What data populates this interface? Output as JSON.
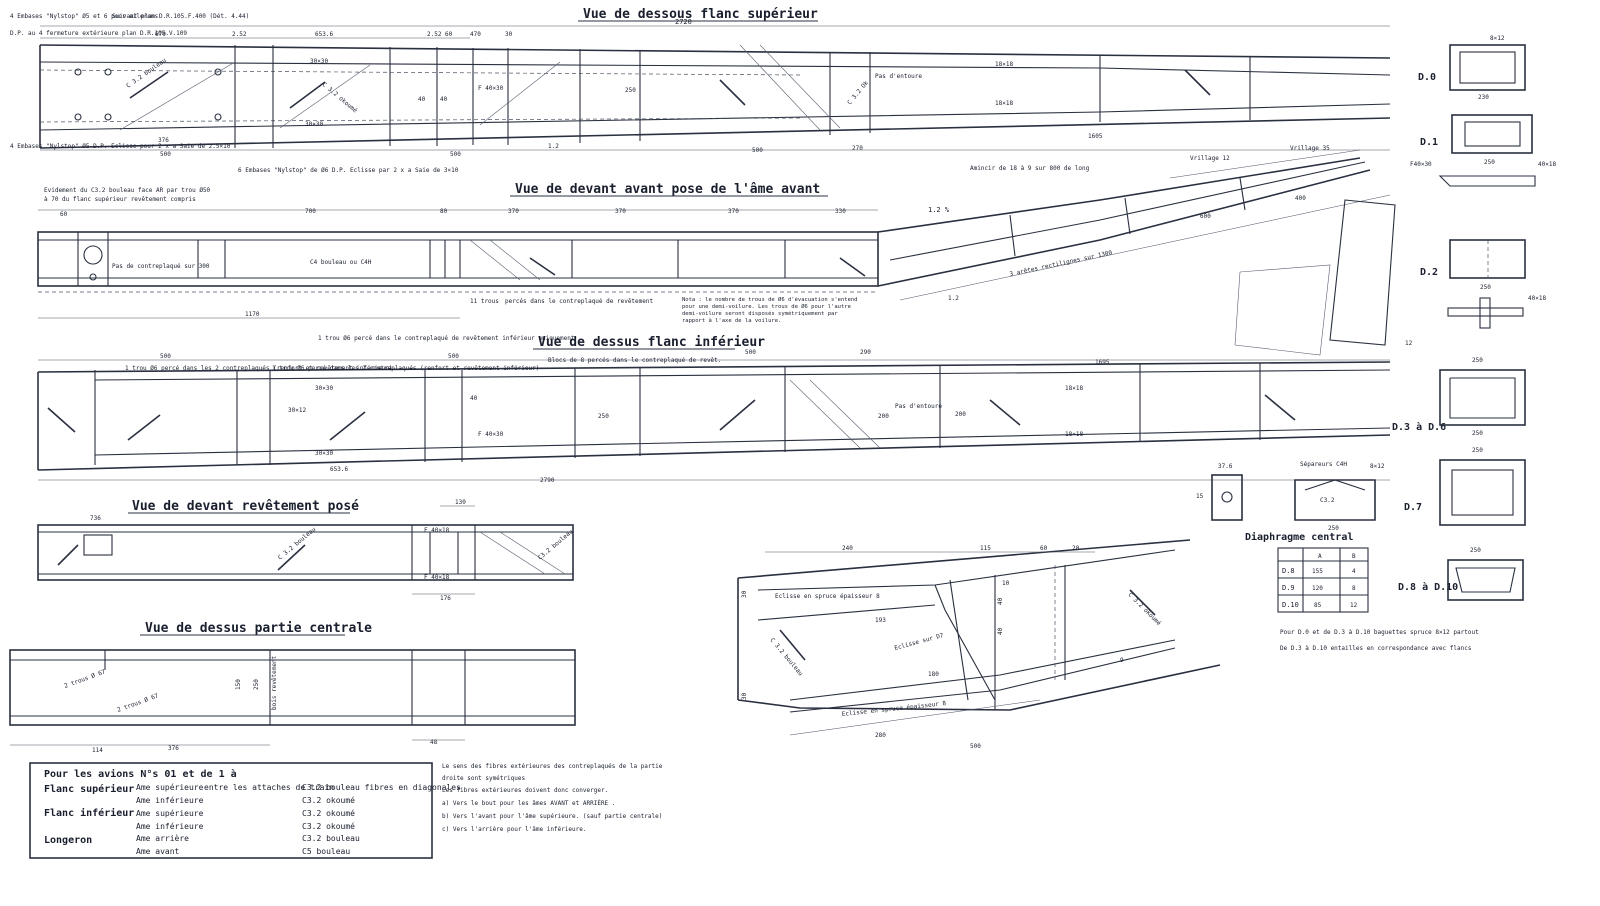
{
  "titles": {
    "top": "Vue de dessous flanc supérieur",
    "front_before": "Vue de devant avant pose de l'âme avant",
    "lower": "Vue de dessus flanc inférieur",
    "front_covered": "Vue de devant revêtement posé",
    "central": "Vue de dessus partie centrale"
  },
  "top_view": {
    "dims": [
      "2720",
      "670",
      "2.52",
      "653.6",
      "2.52",
      "60",
      "470",
      "30",
      "376",
      "500",
      "500",
      "500",
      "270",
      "1605",
      "30×30",
      "30×30",
      "18×18",
      "18×18",
      "F 40×30",
      "250",
      "40",
      "40",
      "1.2"
    ],
    "notes": {
      "n1": "4 Embases \"Nylstop\" Ø5 et 6 pour ailerons",
      "n2": "D.P. au 4 fermeture extérieure plan D.R.105.V.109",
      "n3": "Suivant plan D.R.105.F.400 (Dét. 4.44)",
      "n4": "4 Embases \"Nylstop\" Ø5 D.P. Eclisse pour 2 x a Saie de 2.5×10",
      "n5": "6 Embases \"Nylstop\" de Ø6 D.P. Eclisse par 2 x a Saie de 3×10",
      "n6": "Pas d'entoure",
      "c1": "C 3.2 bouleau",
      "c2": "C 3.2 okoumé",
      "c3": "C 3.2 Ok"
    }
  },
  "front_view": {
    "dims": [
      "60",
      "700",
      "80",
      "370",
      "370",
      "370",
      "330",
      "1170",
      "12",
      "1.2",
      "600",
      "400"
    ],
    "notes": {
      "n1": "Evidement du C3.2 bouleau face AR par trou Ø50",
      "n2": "à 70 du flanc supérieur revêtement compris",
      "n3": "Pas de contreplaqué sur 300",
      "n4": "C4 bouleau ou C4H",
      "n5": "11 trous",
      "n6": "percés dans le contreplaqué de revêtement",
      "n7": "Vrillage 12",
      "n8": "Vrillage 35",
      "n9": "Amincir de 18 à 9 sur 800 de long",
      "n10": "3 arêtes rectilignes sur 1300",
      "angle": "1.2 %"
    },
    "note_block": "Nota : le nombre de trous de Ø6 d'évacuation s'entend pour une demi-voilure. Les trous de Ø6 pour l'autre demi-voilure seront disposés symétriquement par rapport à l'axe de la voilure."
  },
  "lower_view": {
    "dims": [
      "500",
      "500",
      "500",
      "290",
      "1695",
      "30×30",
      "30×12",
      "30×30",
      "653.6",
      "2790",
      "200",
      "200",
      "250",
      "40",
      "18×18",
      "18×18",
      "F 40×30"
    ],
    "notes": {
      "n1": "1 trou Ø6 percé dans les 2 contreplaqués (renfort et revêtement inférieur)",
      "n2": "1 trou Ø6 percé dans les 2 contreplaqués (renfort et revêtement inférieur)",
      "n3": "1 trou Ø6 percé dans le contreplaqué de revêtement inférieur uniquement",
      "n4": "Pas d'entoure",
      "n5": "Blocs de 8 percés dans le contreplaqué de revêt."
    }
  },
  "front_covered_view": {
    "dims": [
      "736",
      "F 40×18",
      "F 40×18",
      "176",
      "130"
    ],
    "notes": {
      "c1": "C 3.2 bouleau",
      "c2": "C3.2 bouleau"
    }
  },
  "central_view": {
    "dims": [
      "250",
      "114",
      "376",
      "150",
      "48"
    ],
    "notes": {
      "n1": "2 trous Ø 67",
      "n2": "2 trous Ø 67",
      "n3": "bois revêtement"
    }
  },
  "detail_view": {
    "dims": [
      "240",
      "115",
      "60",
      "20",
      "193",
      "180",
      "280",
      "500",
      "30",
      "30",
      "40",
      "40",
      "10",
      "9"
    ],
    "notes": {
      "n1": "Eclisse en spruce épaisseur 8",
      "n2": "Eclisse sur D7",
      "n3": "Eclisse en spruce épaisseur 8",
      "c1": "C 3.2 bouleau",
      "c2": "C 3.2 okoumé"
    }
  },
  "diaphragms": {
    "labels": [
      "D.0",
      "D.1",
      "D.2",
      "D.3 à D.6",
      "D.7",
      "D.8 à D.10"
    ],
    "dims": [
      "230",
      "250",
      "250",
      "250",
      "250",
      "250",
      "250",
      "8×12",
      "F40×30",
      "40×18",
      "40×18"
    ],
    "section": {
      "label": "Sépareurs C4H",
      "w": "250",
      "c": "C3.2",
      "d": "8×12"
    },
    "small": {
      "w": "37.6",
      "d": "15"
    },
    "table_title": "Diaphragme central",
    "table": {
      "headers": [
        "",
        "A",
        "B"
      ],
      "rows": [
        [
          "D.8",
          "155",
          "4"
        ],
        [
          "D.9",
          "120",
          "8"
        ],
        [
          "D.10",
          "85",
          "12"
        ]
      ]
    },
    "note1": "Pour  D.0 et de D.3 à D.10  baguettes  spruce  8×12  partout",
    "note2": "De  D.3 à D.10  entailles  en correspondance  avec  flancs"
  },
  "legend": {
    "title": "Pour  les avions  N°s 01 et de 1 à",
    "rows": [
      {
        "group": "Flanc supérieur",
        "part": "Ame  supérieure",
        "where": "entre les attaches de train",
        "mat": "C3.2  bouleau  fibres en diagonales"
      },
      {
        "group": "",
        "part": "Ame  inférieure",
        "where": "",
        "mat": "C3.2  okoumé"
      },
      {
        "group": "Flanc inférieur",
        "part": "Ame  supérieure",
        "where": "",
        "mat": "C3.2  okoumé"
      },
      {
        "group": "",
        "part": "Ame  inférieure",
        "where": "",
        "mat": "C3.2  okoumé"
      },
      {
        "group": "Longeron",
        "part": "Ame  arrière",
        "where": "",
        "mat": "C3.2  bouleau"
      },
      {
        "group": "",
        "part": "Ame  avant",
        "where": "",
        "mat": "C5  bouleau"
      }
    ],
    "notes": [
      "Le sens des fibres extérieures des contreplaqués de la partie",
      "droite sont symétriques",
      "Les fibres extérieures doivent donc converger.",
      "a) Vers le bout pour les âmes  AVANT et ARRIÈRE .",
      "b) Vers l'avant pour l'âme supérieure. (sauf partie centrale)",
      "c) Vers l'arrière pour l'âme inférieure."
    ]
  }
}
